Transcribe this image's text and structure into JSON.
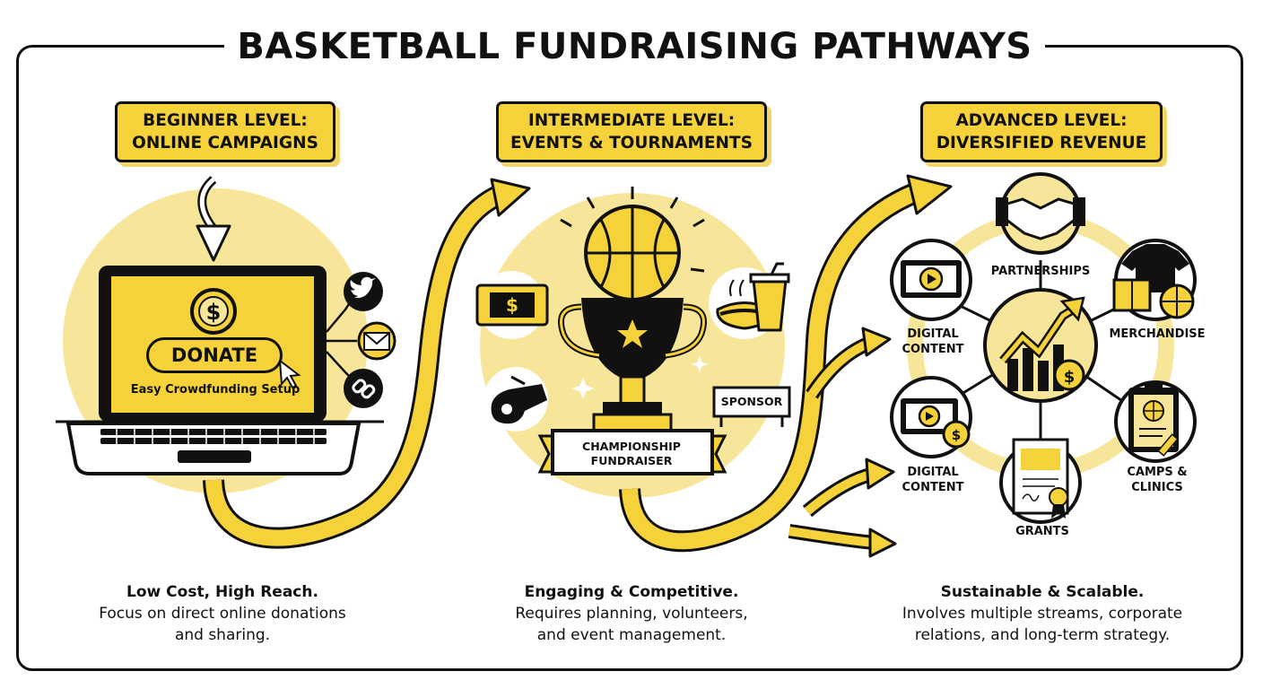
{
  "title": "BASKETBALL FUNDRAISING PATHWAYS",
  "levels": [
    {
      "line1": "BEGINNER LEVEL:",
      "line2": "ONLINE CAMPAIGNS",
      "summary_title": "Low Cost, High Reach.",
      "summary_lines": [
        "Focus on direct online donations",
        "and sharing."
      ]
    },
    {
      "line1": "INTERMEDIATE LEVEL:",
      "line2": "EVENTS & TOURNAMENTS",
      "summary_title": "Engaging & Competitive.",
      "summary_lines": [
        "Requires planning, volunteers,",
        "and event management."
      ]
    },
    {
      "line1": "ADVANCED LEVEL:",
      "line2": "DIVERSIFIED REVENUE",
      "summary_title": "Sustainable & Scalable.",
      "summary_lines": [
        "Involves multiple streams, corporate",
        "relations, and long-term strategy."
      ]
    }
  ],
  "beginner": {
    "donate_label": "DONATE",
    "setup_text": "Easy Crowdfunding Setup",
    "share_icons": [
      "twitter-icon",
      "envelope-icon",
      "link-icon"
    ]
  },
  "intermediate": {
    "banner_line1": "CHAMPIONSHIP",
    "banner_line2": "FUNDRAISER",
    "sponsor_label": "SPONSOR",
    "icons": [
      "ticket-icon",
      "whistle-icon",
      "hotdog-icon",
      "drink-icon",
      "trophy-icon"
    ]
  },
  "advanced": {
    "streams": {
      "partnerships": "PARTNERSHIPS",
      "merchandise": "MERCHANDISE",
      "camps_line1": "CAMPS &",
      "camps_line2": "CLINICS",
      "grants": "GRANTS",
      "digital1_line1": "DIGITAL",
      "digital1_line2": "CONTENT",
      "digital2_line1": "DIGITAL",
      "digital2_line2": "CONTENT"
    }
  },
  "colors": {
    "accent": "#f5d23a",
    "accent_light": "#f7e69a",
    "outline": "#111111",
    "background": "#ffffff"
  }
}
